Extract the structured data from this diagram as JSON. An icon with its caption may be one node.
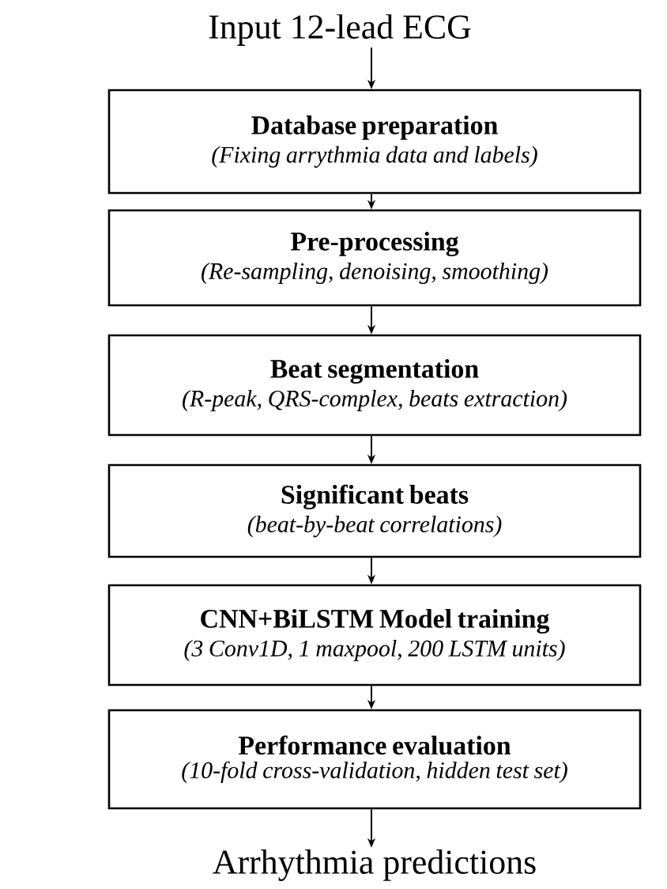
{
  "diagram": {
    "nodes": [
      {
        "text": [
          "Input 12-lead ECG"
        ]
      },
      {
        "text": [
          "Database preparation",
          "(Fixing arrythmia data and labels)"
        ]
      },
      {
        "text": [
          "Pre-processing",
          "(Re-sampling, denoising, smoothing)"
        ]
      },
      {
        "text": [
          "Beat segmentation",
          "(R-peak, QRS-complex, beats extraction)"
        ]
      },
      {
        "text": [
          "Significant beats",
          "(beat-by-beat correlations)"
        ]
      },
      {
        "text": [
          "CNN+BiLSTM Model training",
          "(3 Conv1D, 1 maxpool, 200 LSTM units)"
        ]
      },
      {
        "text": [
          "Performance evaluation",
          "(10-fold cross-validation, hidden test set)"
        ]
      },
      {
        "text": [
          "Arrhythmia predictions"
        ]
      }
    ],
    "edges": [
      {
        "from": 0,
        "to": 1,
        "arrow": "to"
      },
      {
        "from": 1,
        "to": 2,
        "arrow": "to"
      },
      {
        "from": 2,
        "to": 3,
        "arrow": "to"
      },
      {
        "from": 3,
        "to": 4,
        "arrow": "to"
      },
      {
        "from": 4,
        "to": 5,
        "arrow": "to"
      },
      {
        "from": 5,
        "to": 6,
        "arrow": "to"
      },
      {
        "from": 6,
        "to": 7,
        "arrow": "to"
      }
    ]
  }
}
